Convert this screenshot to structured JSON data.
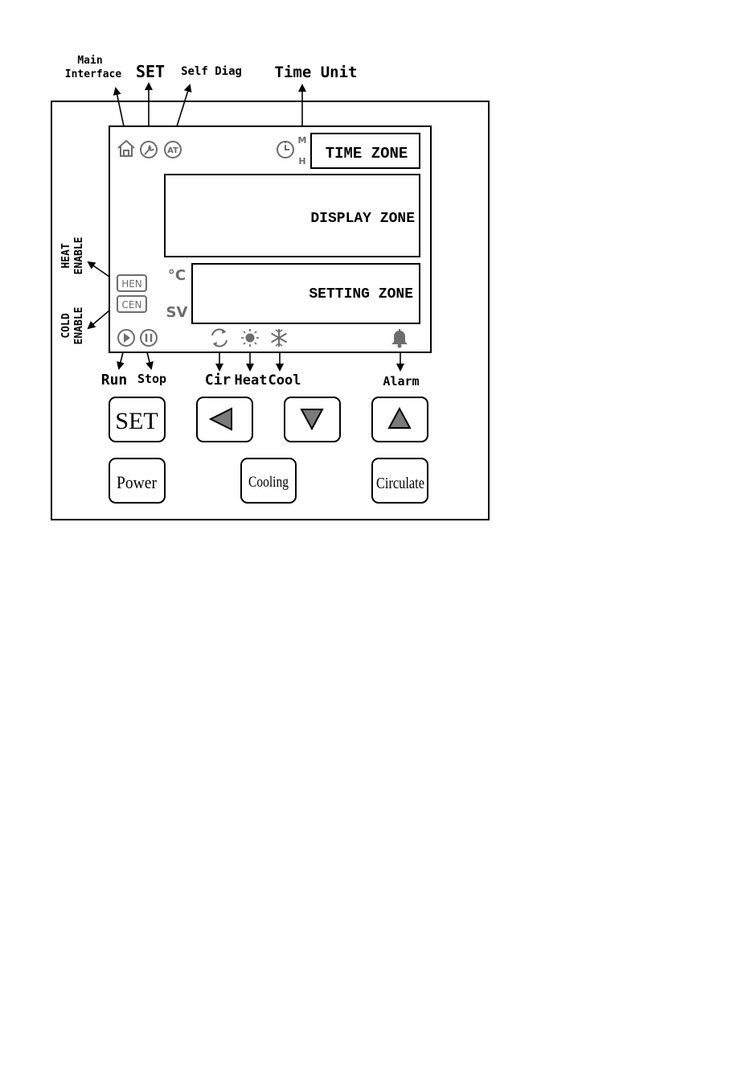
{
  "callouts": {
    "main_interface_line1": "Main",
    "main_interface_line2": "Interface",
    "set": "SET",
    "self_diag": "Self Diag",
    "time_unit": "Time Unit",
    "heat_enable_line1": "HEAT",
    "heat_enable_line2": "ENABLE",
    "cold_enable_line1": "COLD",
    "cold_enable_line2": "ENABLE",
    "run": "Run",
    "stop": "Stop",
    "cir": "Cir",
    "heat": "Heat",
    "cool": "Cool",
    "alarm": "Alarm"
  },
  "screen": {
    "time_zone": "TIME ZONE",
    "display_zone": "DISPLAY ZONE",
    "setting_zone": "SETTING ZONE",
    "unit_celsius": "°C",
    "sv_label": "SV",
    "time_unit_m": "M",
    "time_unit_h": "H",
    "hen_badge": "HEN",
    "cen_badge": "CEN",
    "at_icon_text": "AT"
  },
  "buttons": {
    "set": "SET",
    "power": "Power",
    "cooling": "Cooling",
    "circulate": "Circulate"
  },
  "colors": {
    "line": "#000000",
    "indicator_grey": "#6d6d6d",
    "arrow_button_fill": "#7a7a7a"
  }
}
